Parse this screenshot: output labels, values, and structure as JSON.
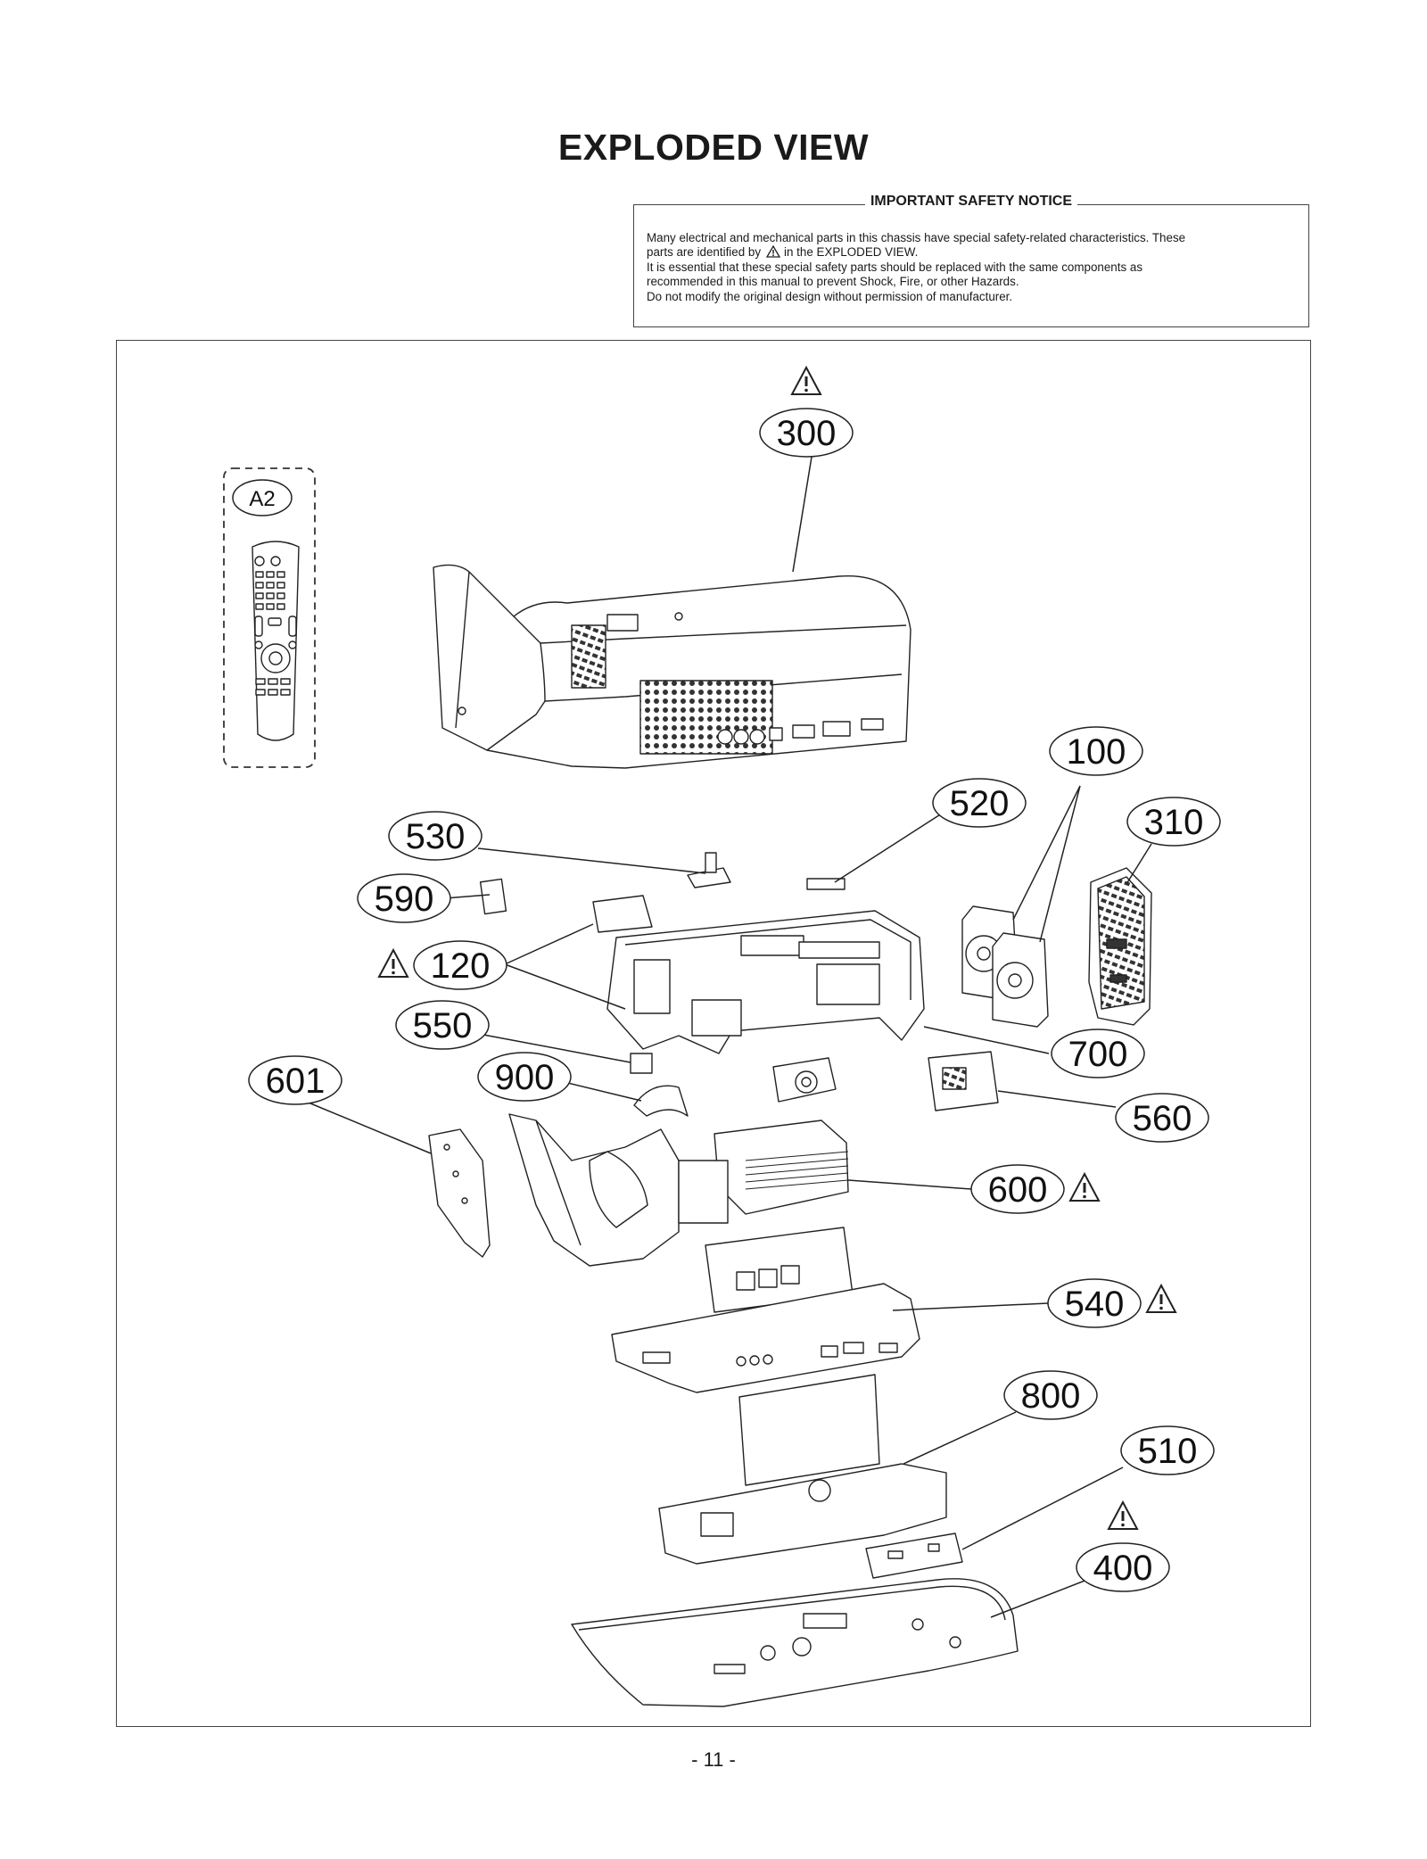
{
  "title": "EXPLODED VIEW",
  "notice": {
    "heading": "IMPORTANT SAFETY NOTICE",
    "line1": "Many electrical and mechanical parts in this chassis have special safety-related characteristics. These",
    "line2a": "parts are identified by",
    "line2b": "in the EXPLODED VIEW.",
    "line3": "It is essential that these special safety parts should be replaced with the same components as",
    "line4": "recommended in this manual to prevent Shock, Fire, or other Hazards.",
    "line5": "Do not modify the original design without permission of manufacturer."
  },
  "callouts": {
    "c300": "300",
    "cA2": "A2",
    "c100": "100",
    "c520": "520",
    "c310": "310",
    "c530": "530",
    "c590": "590",
    "c120": "120",
    "c550": "550",
    "c700": "700",
    "c601": "601",
    "c900": "900",
    "c560": "560",
    "c600": "600",
    "c540": "540",
    "c800": "800",
    "c510": "510",
    "c400": "400"
  },
  "page_number": "- 11 -",
  "icons": {
    "safety_symbol": "warning-triangle-icon"
  }
}
